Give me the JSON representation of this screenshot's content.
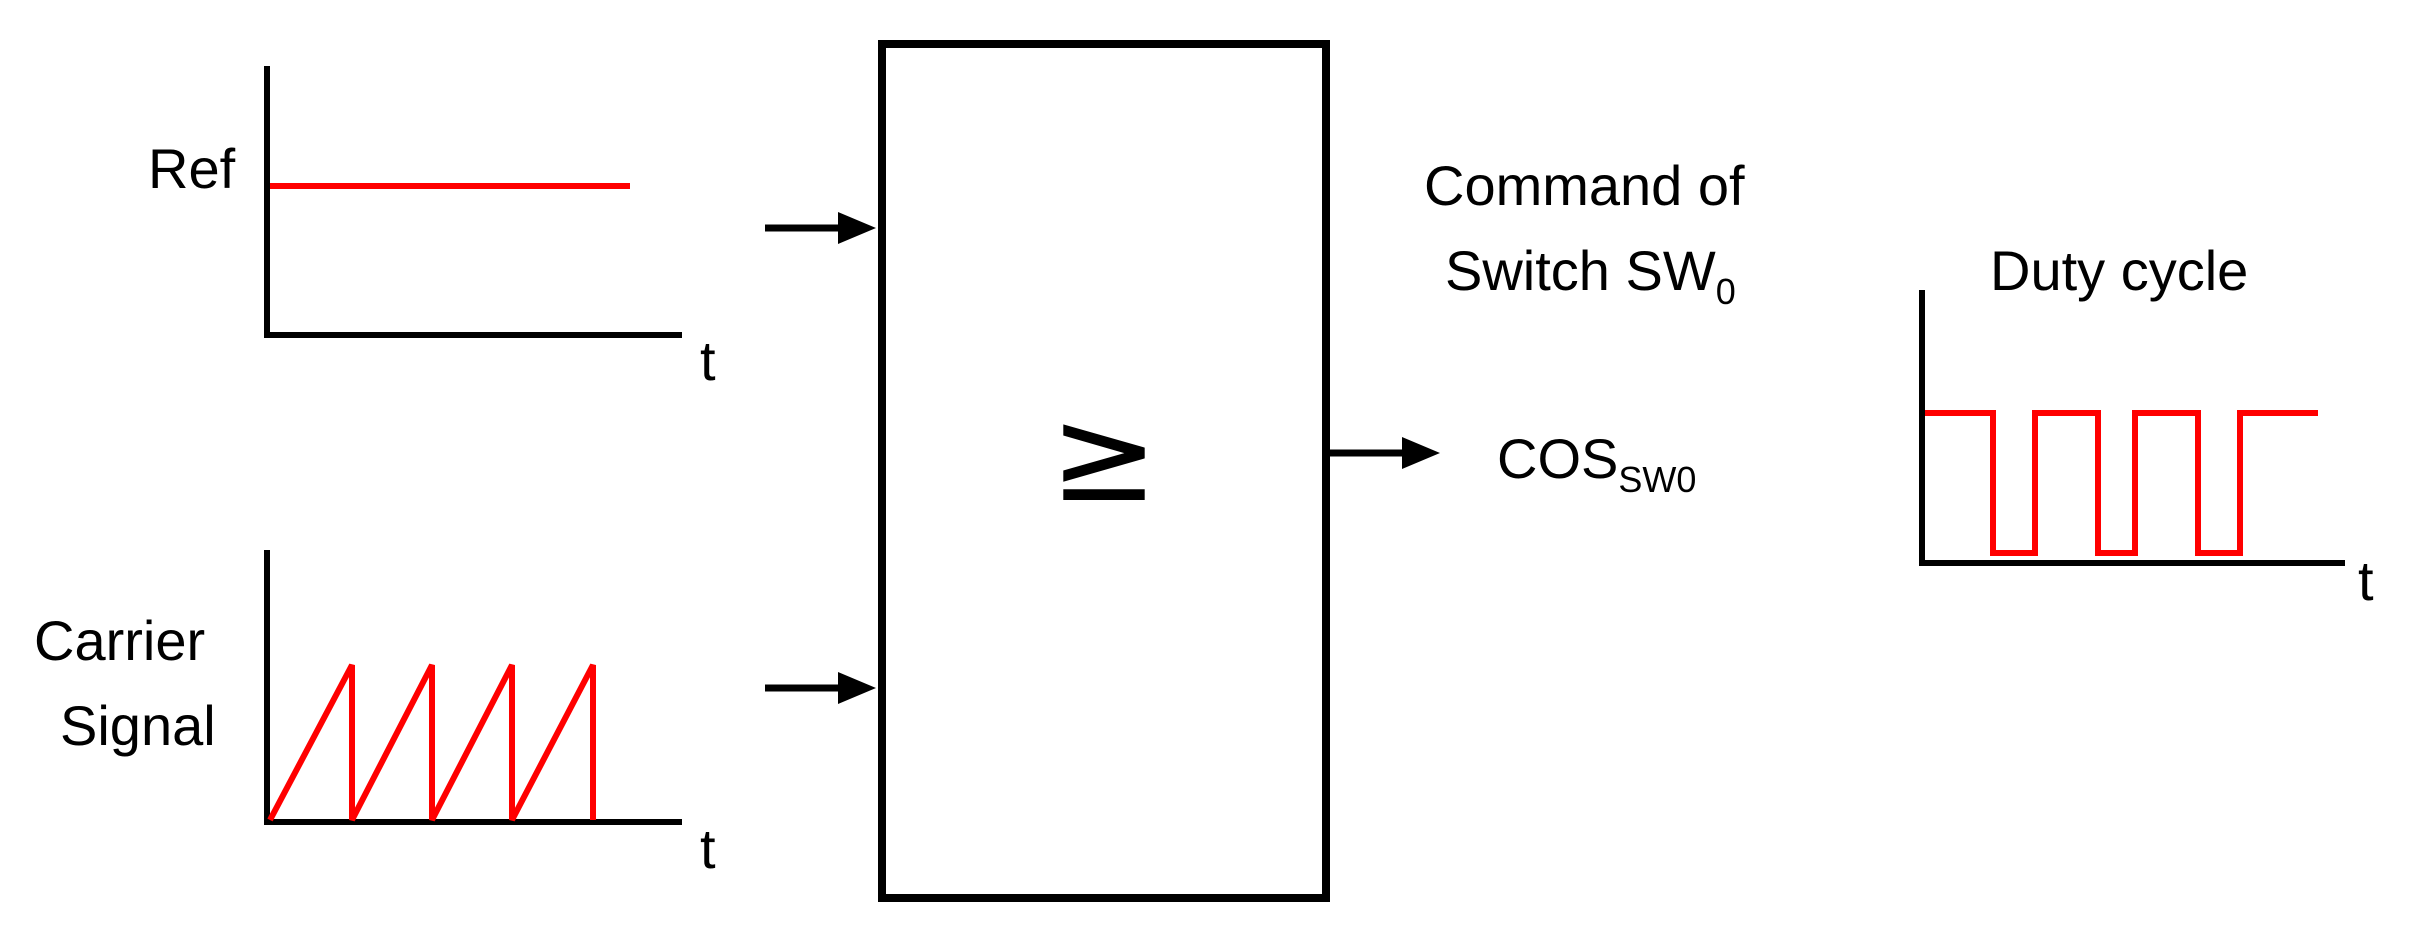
{
  "ref_plot": {
    "label": "Ref",
    "axis_label": "t"
  },
  "carrier_plot": {
    "label_line1": "Carrier",
    "label_line2": "Signal",
    "axis_label": "t"
  },
  "comparator": {
    "symbol": "≥"
  },
  "output": {
    "command_line1": "Command of",
    "command_line2_main": "Switch SW",
    "command_line2_sub": "0",
    "signal_main": "COS",
    "signal_sub": "SW0"
  },
  "duty_plot": {
    "title": "Duty cycle",
    "axis_label": "t"
  },
  "colors": {
    "signal": "#ff0000",
    "lines": "#000000"
  }
}
